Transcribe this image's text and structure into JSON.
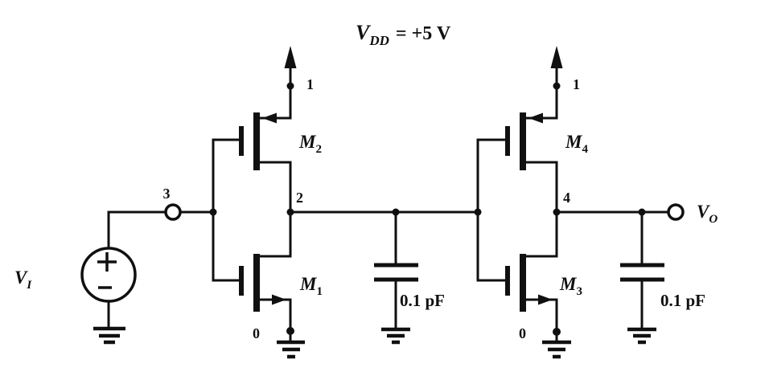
{
  "title": {
    "var": "V",
    "sub": "DD",
    "equals": "= +5 V"
  },
  "input": {
    "label_var": "V",
    "label_sub": "I",
    "node": "3"
  },
  "output": {
    "label_var": "V",
    "label_sub": "O"
  },
  "inverter1": {
    "node_vdd": "1",
    "node_out": "2",
    "node_gnd": "0",
    "pmos_var": "M",
    "pmos_sub": "2",
    "nmos_var": "M",
    "nmos_sub": "1"
  },
  "inverter2": {
    "node_vdd": "1",
    "node_out": "4",
    "node_gnd": "0",
    "pmos_var": "M",
    "pmos_sub": "4",
    "nmos_var": "M",
    "nmos_sub": "3"
  },
  "capacitors": {
    "c1_value": "0.1 pF",
    "c2_value": "0.1 pF"
  },
  "colors": {
    "ink": "#101010",
    "background": "#ffffff"
  }
}
